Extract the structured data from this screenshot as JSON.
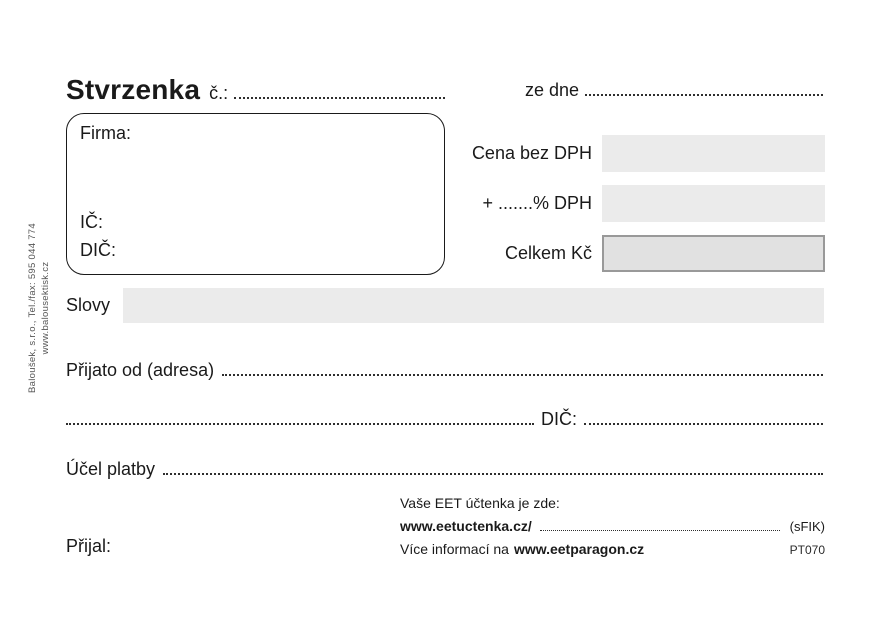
{
  "colors": {
    "ink": "#1a1a1a",
    "field_fill": "#ebebeb",
    "total_fill": "#e1e1e1",
    "total_border": "#999999"
  },
  "side_note": {
    "line1": "Baloušek, s.r.o., Tel./fax: 595 044 774",
    "line2": "www.balousektisk.cz"
  },
  "header": {
    "title": "Stvrzenka",
    "number_label": "č.:",
    "date_label": "ze dne"
  },
  "firma_box": {
    "firma_label": "Firma:",
    "ic_label": "IČ:",
    "dic_label": "DIČ:"
  },
  "amounts": {
    "price_without_vat_label": "Cena bez DPH",
    "vat_label": "+ .......% DPH",
    "total_label": "Celkem Kč"
  },
  "slovy": {
    "label": "Slovy"
  },
  "received_from": {
    "label": "Přijato od (adresa)"
  },
  "address_line2": {
    "dic_label": "DIČ:"
  },
  "purpose": {
    "label": "Účel platby"
  },
  "footer": {
    "received_by_label": "Přijal:",
    "eet_line1": "Vaše EET účtenka je zde:",
    "eet_url": "www.eetuctenka.cz/",
    "sfik_label": "(sFIK)",
    "more_info_prefix": "Více informací na",
    "more_info_url": "www.eetparagon.cz",
    "form_code": "PT070"
  }
}
